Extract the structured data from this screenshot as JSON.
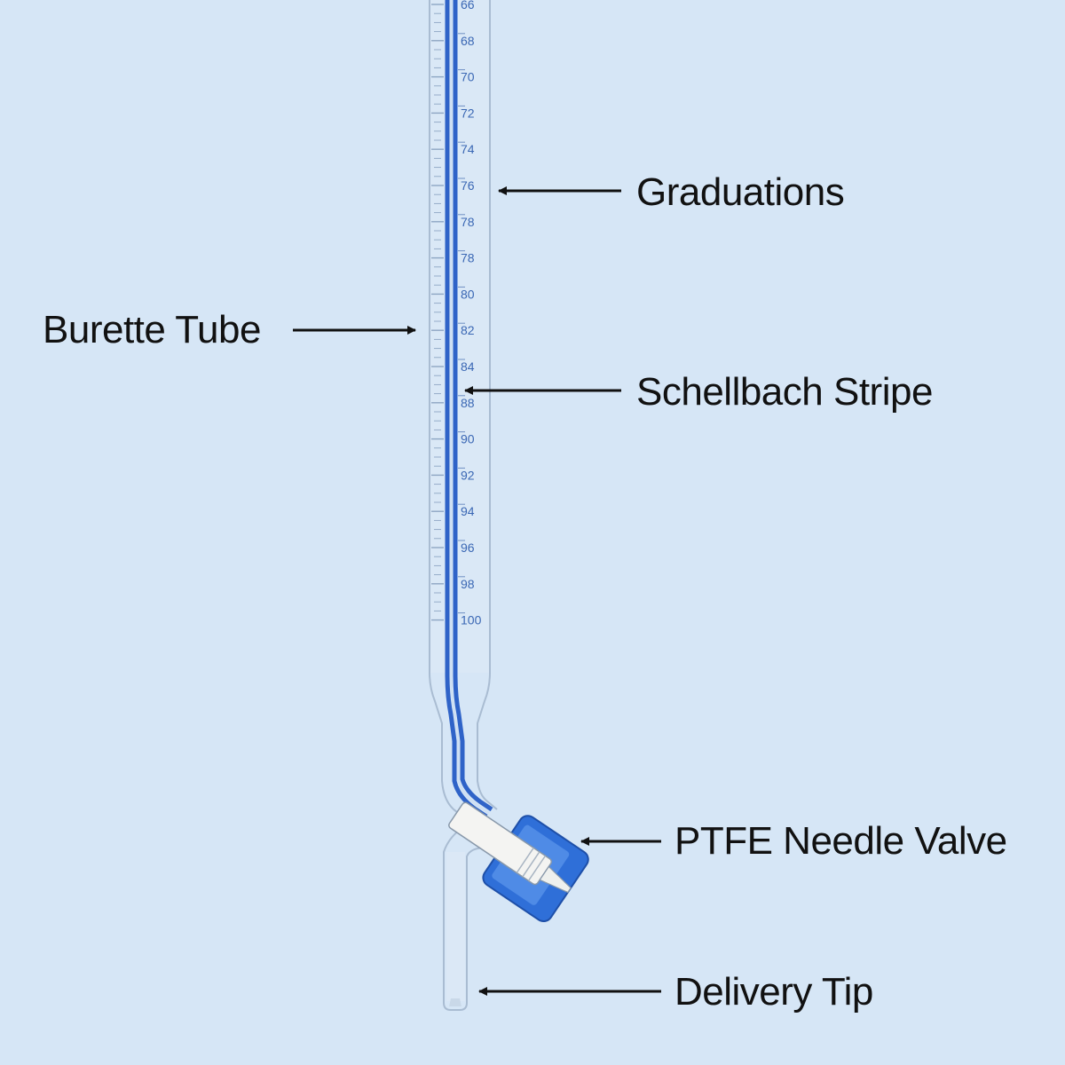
{
  "labels": {
    "graduations": "Graduations",
    "burette_tube": "Burette Tube",
    "schellbach_stripe": "Schellbach Stripe",
    "ptfe_needle_valve": "PTFE Needle Valve",
    "delivery_tip": "Delivery Tip"
  },
  "scale_labels": [
    "66",
    "68",
    "70",
    "72",
    "74",
    "76",
    "78",
    "78",
    "80",
    "82",
    "84",
    "88",
    "90",
    "92",
    "94",
    "96",
    "98",
    "100"
  ],
  "colors": {
    "background": "#d6e6f6",
    "stripe_blue": "#2f63c8",
    "valve_blue": "#2f6fd8",
    "glass_outline": "#a9bcd2",
    "text": "#111111"
  }
}
